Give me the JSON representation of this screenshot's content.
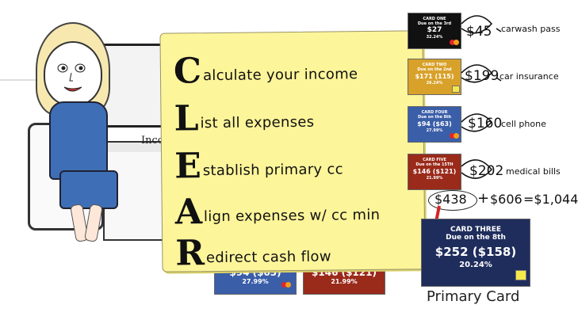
{
  "background": {
    "inco_label": "Inco"
  },
  "note": {
    "lines": [
      {
        "letter": "C",
        "rest": "alculate your income"
      },
      {
        "letter": "L",
        "rest": "ist all expenses"
      },
      {
        "letter": "E",
        "rest": "stablish primary cc"
      },
      {
        "letter": "A",
        "rest": "lign expenses w/ cc min"
      },
      {
        "letter": "R",
        "rest": "edirect cash flow"
      }
    ]
  },
  "cards": {
    "one": {
      "name": "CARD ONE",
      "due": "Due on the 3rd",
      "amount": "$27",
      "rate": "32.24%",
      "color": "#111111"
    },
    "two": {
      "name": "CARD TWO",
      "due": "Due on the 2nd",
      "amount": "$171 (115)",
      "rate": "26.24%",
      "color": "#d8a12a"
    },
    "four": {
      "name": "CARD FOUR",
      "due": "Due on the 8th",
      "amount": "$94 ($63)",
      "rate": "27.99%",
      "color": "#3b5ea8"
    },
    "five": {
      "name": "CARD FIVE",
      "due": "Due on the 15TH",
      "amount": "$146 ($121)",
      "rate": "21.99%",
      "color": "#9a2a1a"
    },
    "three": {
      "name": "CARD THREE",
      "due": "Due on the 8th",
      "amount": "$252 ($158)",
      "rate": "20.24%",
      "color": "#1f2d5c"
    }
  },
  "bottom_cards": {
    "left": {
      "amount": "$94 ($63)",
      "rate": "27.99%",
      "color": "#3b5ea8"
    },
    "right": {
      "amount": "$146 ($121)",
      "rate": "21.99%",
      "color": "#9a2a1a"
    }
  },
  "expenses": [
    {
      "amount": "$45",
      "label": "carwash pass"
    },
    {
      "amount": "$199",
      "label": "car insurance"
    },
    {
      "amount": "$160",
      "label": "cell phone"
    },
    {
      "amount": "$202",
      "label": "medical bills"
    }
  ],
  "totals": {
    "left": "$438",
    "plus": "+",
    "right": "$606",
    "equals": "=$1,044"
  },
  "primary_card_label": "Primary Card"
}
